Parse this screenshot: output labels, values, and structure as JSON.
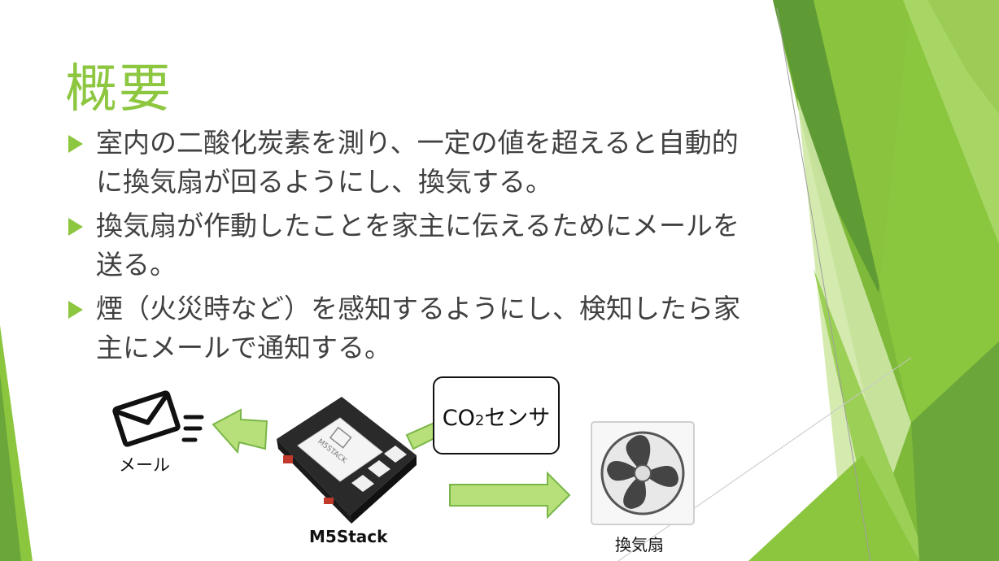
{
  "slide": {
    "title": "概要",
    "bullets": [
      "室内の二酸化炭素を測り、一定の値を超えると自動的に換気扇が回るようにし、換気する。",
      "換気扇が作動したことを家主に伝えるためにメールを送る。",
      "煙（火災時など）を感知するようにし、検知したら家主にメールで通知する。"
    ],
    "diagram": {
      "mail_label": "メール",
      "device_label": "M5Stack",
      "device_screen_text": "M5STACK",
      "sensor_label_main": "CO",
      "sensor_label_sub": "2",
      "sensor_label_rest": "センサ",
      "fan_label": "換気扇"
    }
  },
  "colors": {
    "accent": "#8dc63f",
    "arrow_fill": "#b7e07a",
    "arrow_stroke": "#7ab648",
    "text": "#404040"
  }
}
